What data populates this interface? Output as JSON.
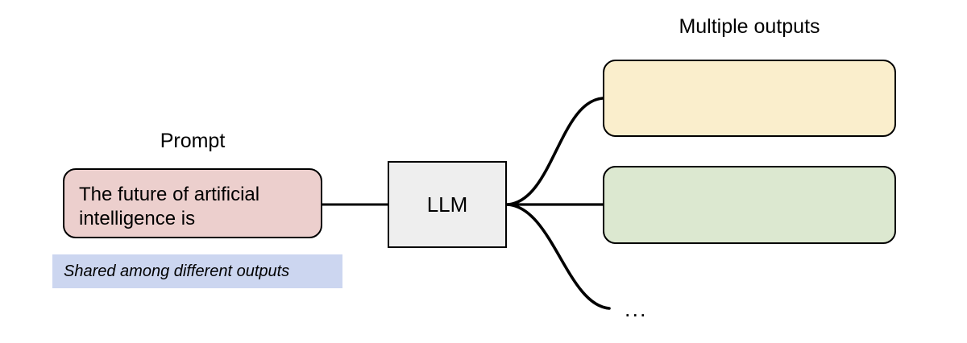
{
  "diagram": {
    "title_right": "Multiple outputs",
    "prompt_label": "Prompt",
    "prompt_text": "The future of artificial intelligence is",
    "llm_label": "LLM",
    "shared_note": "Shared among different outputs",
    "ellipsis": "...",
    "outputs": [
      {
        "id": "output-1",
        "text": "",
        "color": "#faeecc"
      },
      {
        "id": "output-2",
        "text": "",
        "color": "#dce8d0"
      }
    ],
    "colors": {
      "prompt_fill": "#eccfcd",
      "llm_fill": "#eeeeee",
      "output_1_fill": "#faeecc",
      "output_2_fill": "#dce8d0",
      "note_fill": "#ccd6f0",
      "stroke": "#000000",
      "background": "#ffffff"
    }
  }
}
